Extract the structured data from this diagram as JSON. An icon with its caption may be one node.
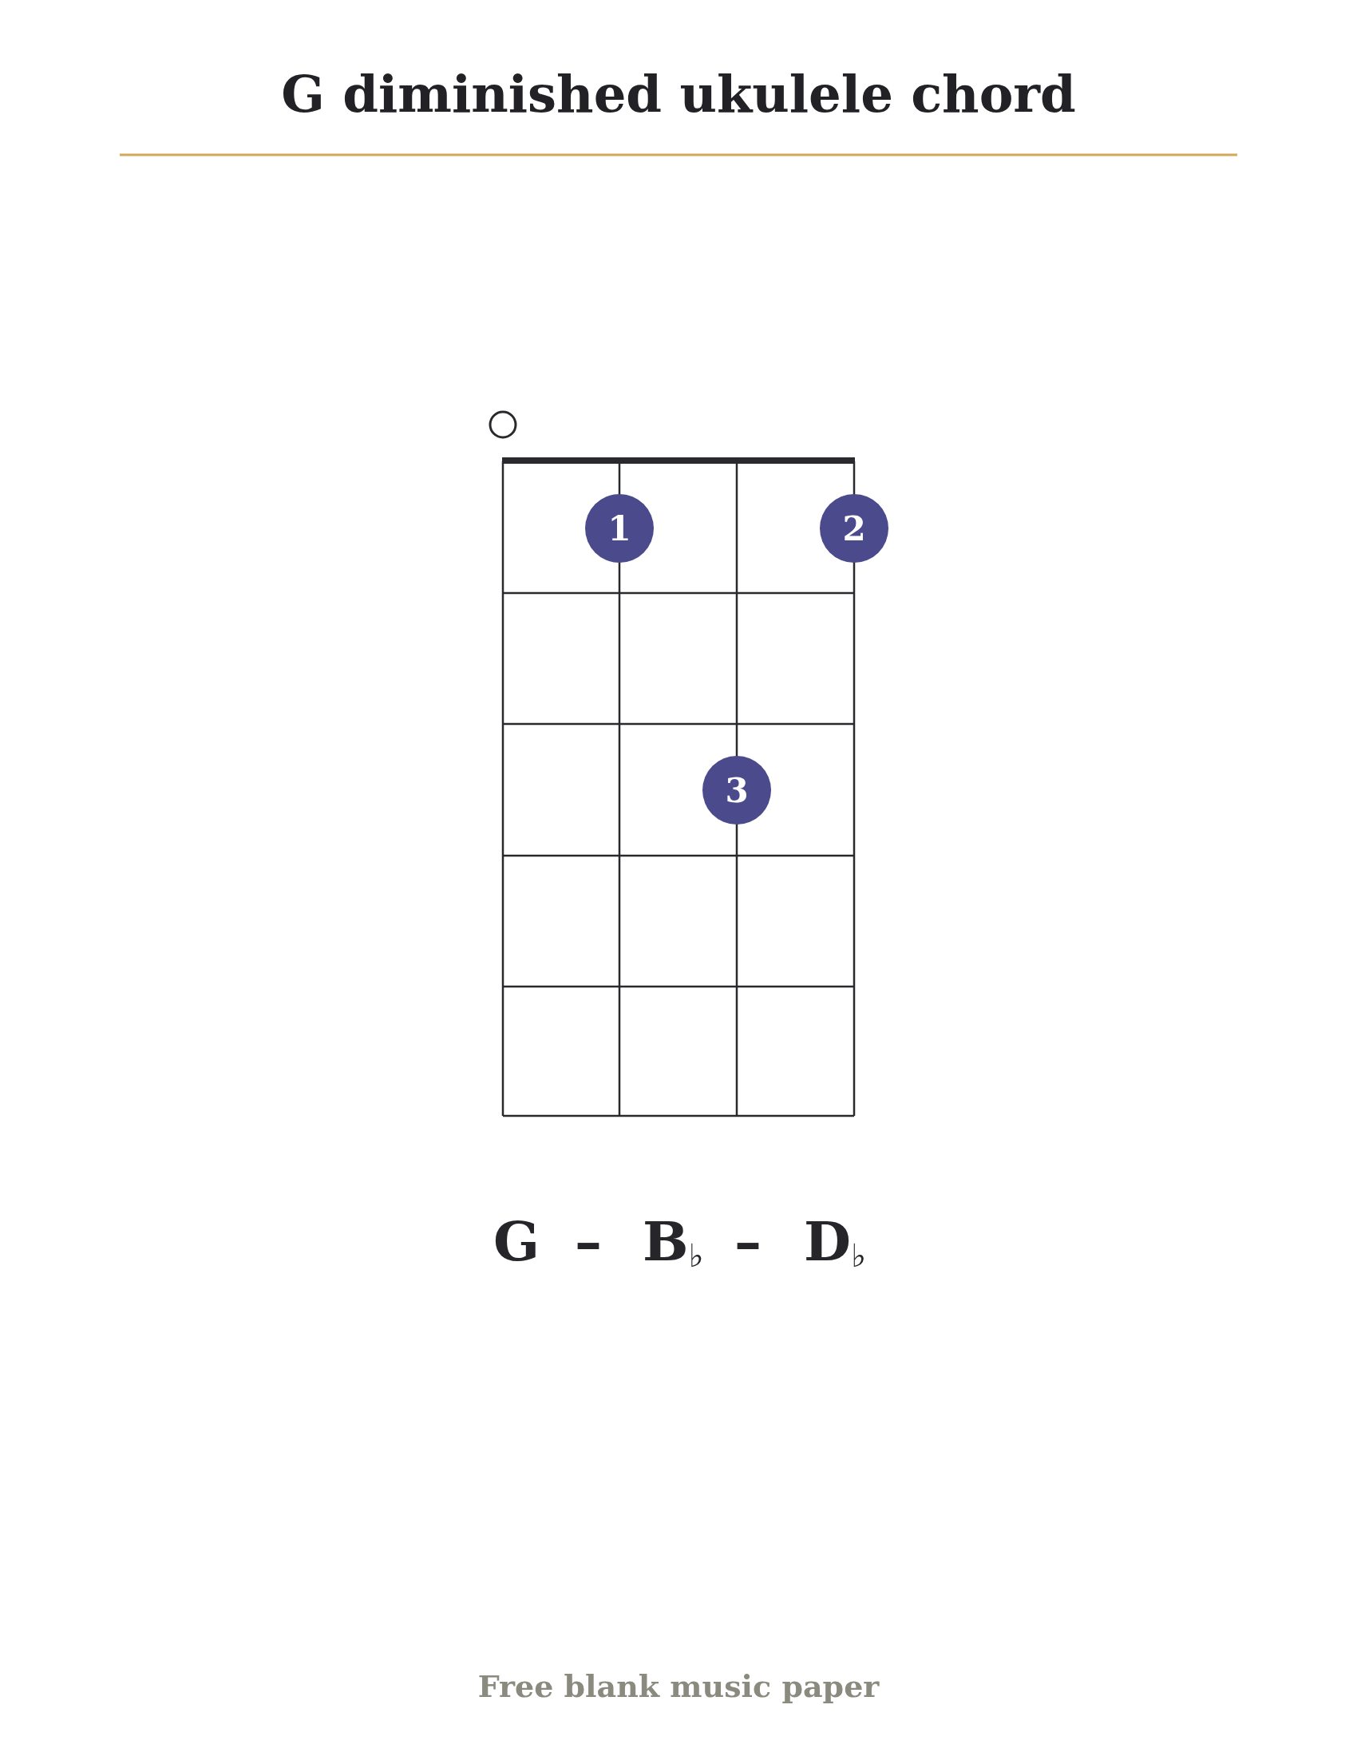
{
  "diagram": {
    "title": "G diminished ukulele chord",
    "nodes": [
      {
        "text": [
          "1"
        ]
      },
      {
        "text": [
          "2"
        ]
      },
      {
        "text": [
          "3"
        ]
      }
    ],
    "labels": [
      "G",
      "–",
      "B$_{♭}$",
      "–",
      "D$_{♭}$",
      "Free blank music paper"
    ]
  }
}
